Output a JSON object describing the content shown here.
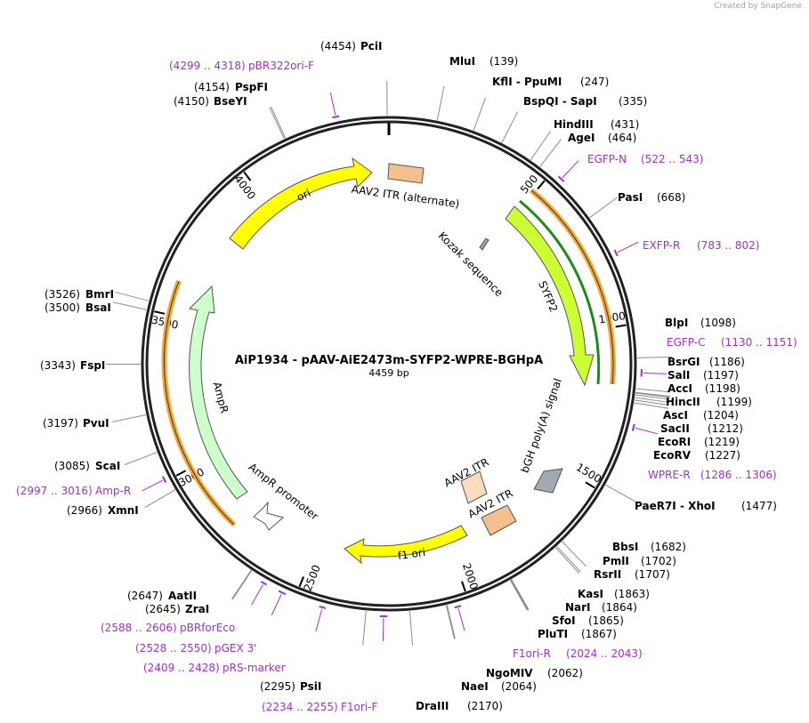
{
  "credit": {
    "prefix": "Created by",
    "brand": "SnapGene"
  },
  "plasmid": {
    "name": "AiP1934 - pAAV-AiE2473m-SYFP2-WPRE-BGHpA",
    "length_label": "4459 bp",
    "length": 4459
  },
  "ticks": [
    {
      "pos": 500,
      "label": "500"
    },
    {
      "pos": 1000,
      "label": "1000"
    },
    {
      "pos": 1500,
      "label": "1500"
    },
    {
      "pos": 2000,
      "label": "2000"
    },
    {
      "pos": 2500,
      "label": "2500"
    },
    {
      "pos": 3000,
      "label": "3000"
    },
    {
      "pos": 3500,
      "label": "3500"
    },
    {
      "pos": 4000,
      "label": "4000"
    }
  ],
  "sites": [
    {
      "name": "PciI",
      "pos": "(4454)",
      "at": 4454
    },
    {
      "name": "MluI",
      "pos": "(139)",
      "at": 139
    },
    {
      "name": "KflI  -  PpuMI",
      "pos": "(247)",
      "at": 247
    },
    {
      "name": "BspQI  -  SapI",
      "pos": "(335)",
      "at": 335
    },
    {
      "name": "HindIII",
      "pos": "(431)",
      "at": 431
    },
    {
      "name": "AgeI",
      "pos": "(464)",
      "at": 464
    },
    {
      "name": "PasI",
      "pos": "(668)",
      "at": 668
    },
    {
      "name": "BlpI",
      "pos": "(1098)",
      "at": 1098
    },
    {
      "name": "BsrGI",
      "pos": "(1186)",
      "at": 1186
    },
    {
      "name": "SalI",
      "pos": "(1197)",
      "at": 1197
    },
    {
      "name": "AccI",
      "pos": "(1198)",
      "at": 1198
    },
    {
      "name": "HincII",
      "pos": "(1199)",
      "at": 1199
    },
    {
      "name": "AscI",
      "pos": "(1204)",
      "at": 1204
    },
    {
      "name": "SacII",
      "pos": "(1212)",
      "at": 1212
    },
    {
      "name": "EcoRI",
      "pos": "(1219)",
      "at": 1219
    },
    {
      "name": "EcoRV",
      "pos": "(1227)",
      "at": 1227
    },
    {
      "name": "PaeR7I  -  XhoI",
      "pos": "(1477)",
      "at": 1477
    },
    {
      "name": "BbsI",
      "pos": "(1682)",
      "at": 1682
    },
    {
      "name": "PmlI",
      "pos": "(1702)",
      "at": 1702
    },
    {
      "name": "RsrII",
      "pos": "(1707)",
      "at": 1707
    },
    {
      "name": "KasI",
      "pos": "(1863)",
      "at": 1863
    },
    {
      "name": "NarI",
      "pos": "(1864)",
      "at": 1864
    },
    {
      "name": "SfoI",
      "pos": "(1865)",
      "at": 1865
    },
    {
      "name": "PluTI",
      "pos": "(1867)",
      "at": 1867
    },
    {
      "name": "NgoMIV",
      "pos": "(2062)",
      "at": 2062
    },
    {
      "name": "NaeI",
      "pos": "(2064)",
      "at": 2064
    },
    {
      "name": "DraIII",
      "pos": "(2170)",
      "at": 2170
    },
    {
      "name": "PsiI",
      "pos": "(2295)",
      "at": 2295
    },
    {
      "name": "AatII",
      "pos": "(2647)",
      "at": 2647
    },
    {
      "name": "ZraI",
      "pos": "(2645)",
      "at": 2645
    },
    {
      "name": "XmnI",
      "pos": "(2966)",
      "at": 2966
    },
    {
      "name": "ScaI",
      "pos": "(3085)",
      "at": 3085
    },
    {
      "name": "PvuI",
      "pos": "(3197)",
      "at": 3197
    },
    {
      "name": "FspI",
      "pos": "(3343)",
      "at": 3343
    },
    {
      "name": "BsaI",
      "pos": "(3500)",
      "at": 3500
    },
    {
      "name": "BmrI",
      "pos": "(3526)",
      "at": 3526
    },
    {
      "name": "BseYI",
      "pos": "(4150)",
      "at": 4150
    },
    {
      "name": "PspFI",
      "pos": "(4154)",
      "at": 4154
    }
  ],
  "primers": [
    {
      "name": "pBR322ori-F",
      "range": "(4299 .. 4318)",
      "start": 4299,
      "end": 4318
    },
    {
      "name": "EGFP-N",
      "range": "(522 .. 543)",
      "start": 522,
      "end": 543
    },
    {
      "name": "EXFP-R",
      "range": "(783 .. 802)",
      "start": 783,
      "end": 802
    },
    {
      "name": "EGFP-C",
      "range": "(1130 .. 1151)",
      "start": 1130,
      "end": 1151
    },
    {
      "name": "WPRE-R",
      "range": "(1286 .. 1306)",
      "start": 1286,
      "end": 1306
    },
    {
      "name": "F1ori-R",
      "range": "(2024 .. 2043)",
      "start": 2024,
      "end": 2043
    },
    {
      "name": "F1ori-F",
      "range": "(2234 .. 2255)",
      "start": 2234,
      "end": 2255
    },
    {
      "name": "pRS-marker",
      "range": "(2409 .. 2428)",
      "start": 2409,
      "end": 2428
    },
    {
      "name": "pGEX 3'",
      "range": "(2528 .. 2550)",
      "start": 2528,
      "end": 2550
    },
    {
      "name": "pBRforEco",
      "range": "(2588 .. 2606)",
      "start": 2588,
      "end": 2606
    },
    {
      "name": "Amp-R",
      "range": "(2997 .. 3016)",
      "start": 2997,
      "end": 3016
    }
  ],
  "features": [
    {
      "name": "ori",
      "type": "arrow",
      "color": "#ffff00"
    },
    {
      "name": "AAV2 ITR (alternate)",
      "type": "box",
      "color": "#f4c08e"
    },
    {
      "name": "Kozak sequence",
      "type": "box",
      "color": "#a0a0a0"
    },
    {
      "name": "SYFP2",
      "type": "arrow",
      "color": "#ccff33"
    },
    {
      "name": "bGH poly(A) signal",
      "type": "box",
      "color": "#a3a9b3"
    },
    {
      "name": "AAV2 ITR",
      "type": "box",
      "color": "#f8dcc0"
    },
    {
      "name": "AAV2 ITR",
      "type": "box",
      "color": "#f4c08e"
    },
    {
      "name": "f1 ori",
      "type": "arrow",
      "color": "#ffff00"
    },
    {
      "name": "AmpR",
      "type": "arrow",
      "color": "#ccffcc"
    },
    {
      "name": "AmpR promoter",
      "type": "arrow",
      "color": "#ffffff"
    }
  ],
  "colors": {
    "backbone": "#333333",
    "primer": "#a12fd0",
    "orf": "#f6a835",
    "orf_inner": "#1c8a1c"
  }
}
